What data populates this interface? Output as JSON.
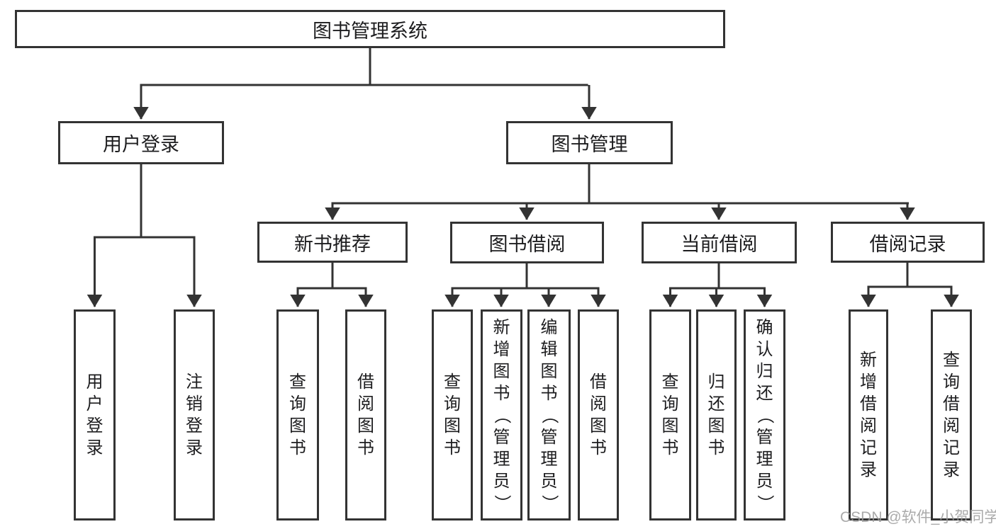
{
  "tree": {
    "root": {
      "label": "图书管理系统"
    },
    "branches": [
      {
        "label": "用户登录",
        "children": [
          "用户登录",
          "注销登录"
        ]
      },
      {
        "label": "图书管理",
        "sections": [
          {
            "label": "新书推荐",
            "children": [
              "查询图书",
              "借阅图书"
            ]
          },
          {
            "label": "图书借阅",
            "children": [
              "查询图书",
              "新增图书（管理员）",
              "编辑图书（管理员）",
              "借阅图书"
            ]
          },
          {
            "label": "当前借阅",
            "children": [
              "查询图书",
              "归还图书",
              "确认归还（管理员）"
            ]
          },
          {
            "label": "借阅记录",
            "children": [
              "新增借阅记录",
              "查询借阅记录"
            ]
          }
        ]
      }
    ]
  },
  "watermark": {
    "text": "CSDN @软件_小贺同学",
    "color": "#9c9c9c"
  },
  "colors": {
    "line": "#333333",
    "text": "#1d1d1f",
    "background": "#ffffff"
  }
}
